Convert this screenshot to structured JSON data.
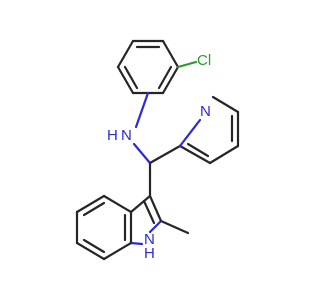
{
  "atoms": {
    "chlorine": "Cl",
    "amine_nitrogen_h": "H",
    "amine_nitrogen": "N",
    "pyridine_nitrogen": "N",
    "indole_nitrogen": "N",
    "indole_nitrogen_h": "H"
  },
  "colors": {
    "bond": "#262626",
    "nitrogen": "#2a2ad8",
    "chlorine": "#2a9a2a",
    "background": "#ffffff"
  }
}
